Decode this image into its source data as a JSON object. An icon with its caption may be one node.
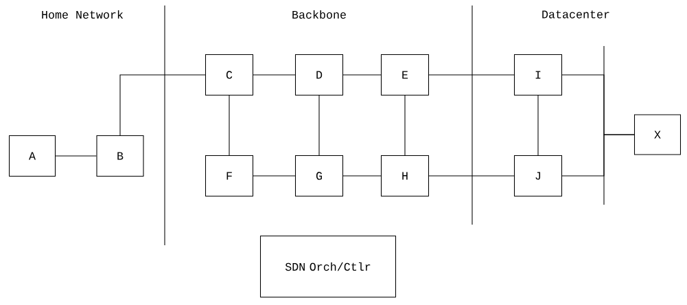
{
  "diagram": {
    "nodes": [
      {
        "text": [
          "A"
        ]
      },
      {
        "text": [
          "B"
        ]
      },
      {
        "text": [
          "C"
        ]
      },
      {
        "text": [
          "D"
        ]
      },
      {
        "text": [
          "E"
        ]
      },
      {
        "text": [
          "F"
        ]
      },
      {
        "text": [
          "G"
        ]
      },
      {
        "text": [
          "H"
        ]
      },
      {
        "text": [
          "I"
        ]
      },
      {
        "text": [
          "J"
        ]
      },
      {
        "text": [
          "X"
        ]
      },
      {
        "text": [
          "SDN Orch/Ctlr"
        ]
      }
    ],
    "edges": [
      {
        "from": 0,
        "to": 1,
        "arrow": "none"
      },
      {
        "from": 1,
        "to": 2,
        "arrow": "none"
      },
      {
        "from": 2,
        "to": 3,
        "arrow": "none"
      },
      {
        "from": 3,
        "to": 4,
        "arrow": "none"
      },
      {
        "from": 4,
        "to": 8,
        "arrow": "none"
      },
      {
        "from": 2,
        "to": 5,
        "arrow": "none"
      },
      {
        "from": 3,
        "to": 6,
        "arrow": "none"
      },
      {
        "from": 4,
        "to": 7,
        "arrow": "none"
      },
      {
        "from": 8,
        "to": 9,
        "arrow": "none"
      },
      {
        "from": 5,
        "to": 6,
        "arrow": "none"
      },
      {
        "from": 6,
        "to": 7,
        "arrow": "none"
      },
      {
        "from": 7,
        "to": 9,
        "arrow": "none"
      },
      {
        "from": 8,
        "to": 10,
        "arrow": "none"
      },
      {
        "from": 9,
        "to": 10,
        "arrow": "none"
      }
    ],
    "labels": [
      "Home Network",
      "Backbone",
      "Datacenter"
    ]
  }
}
